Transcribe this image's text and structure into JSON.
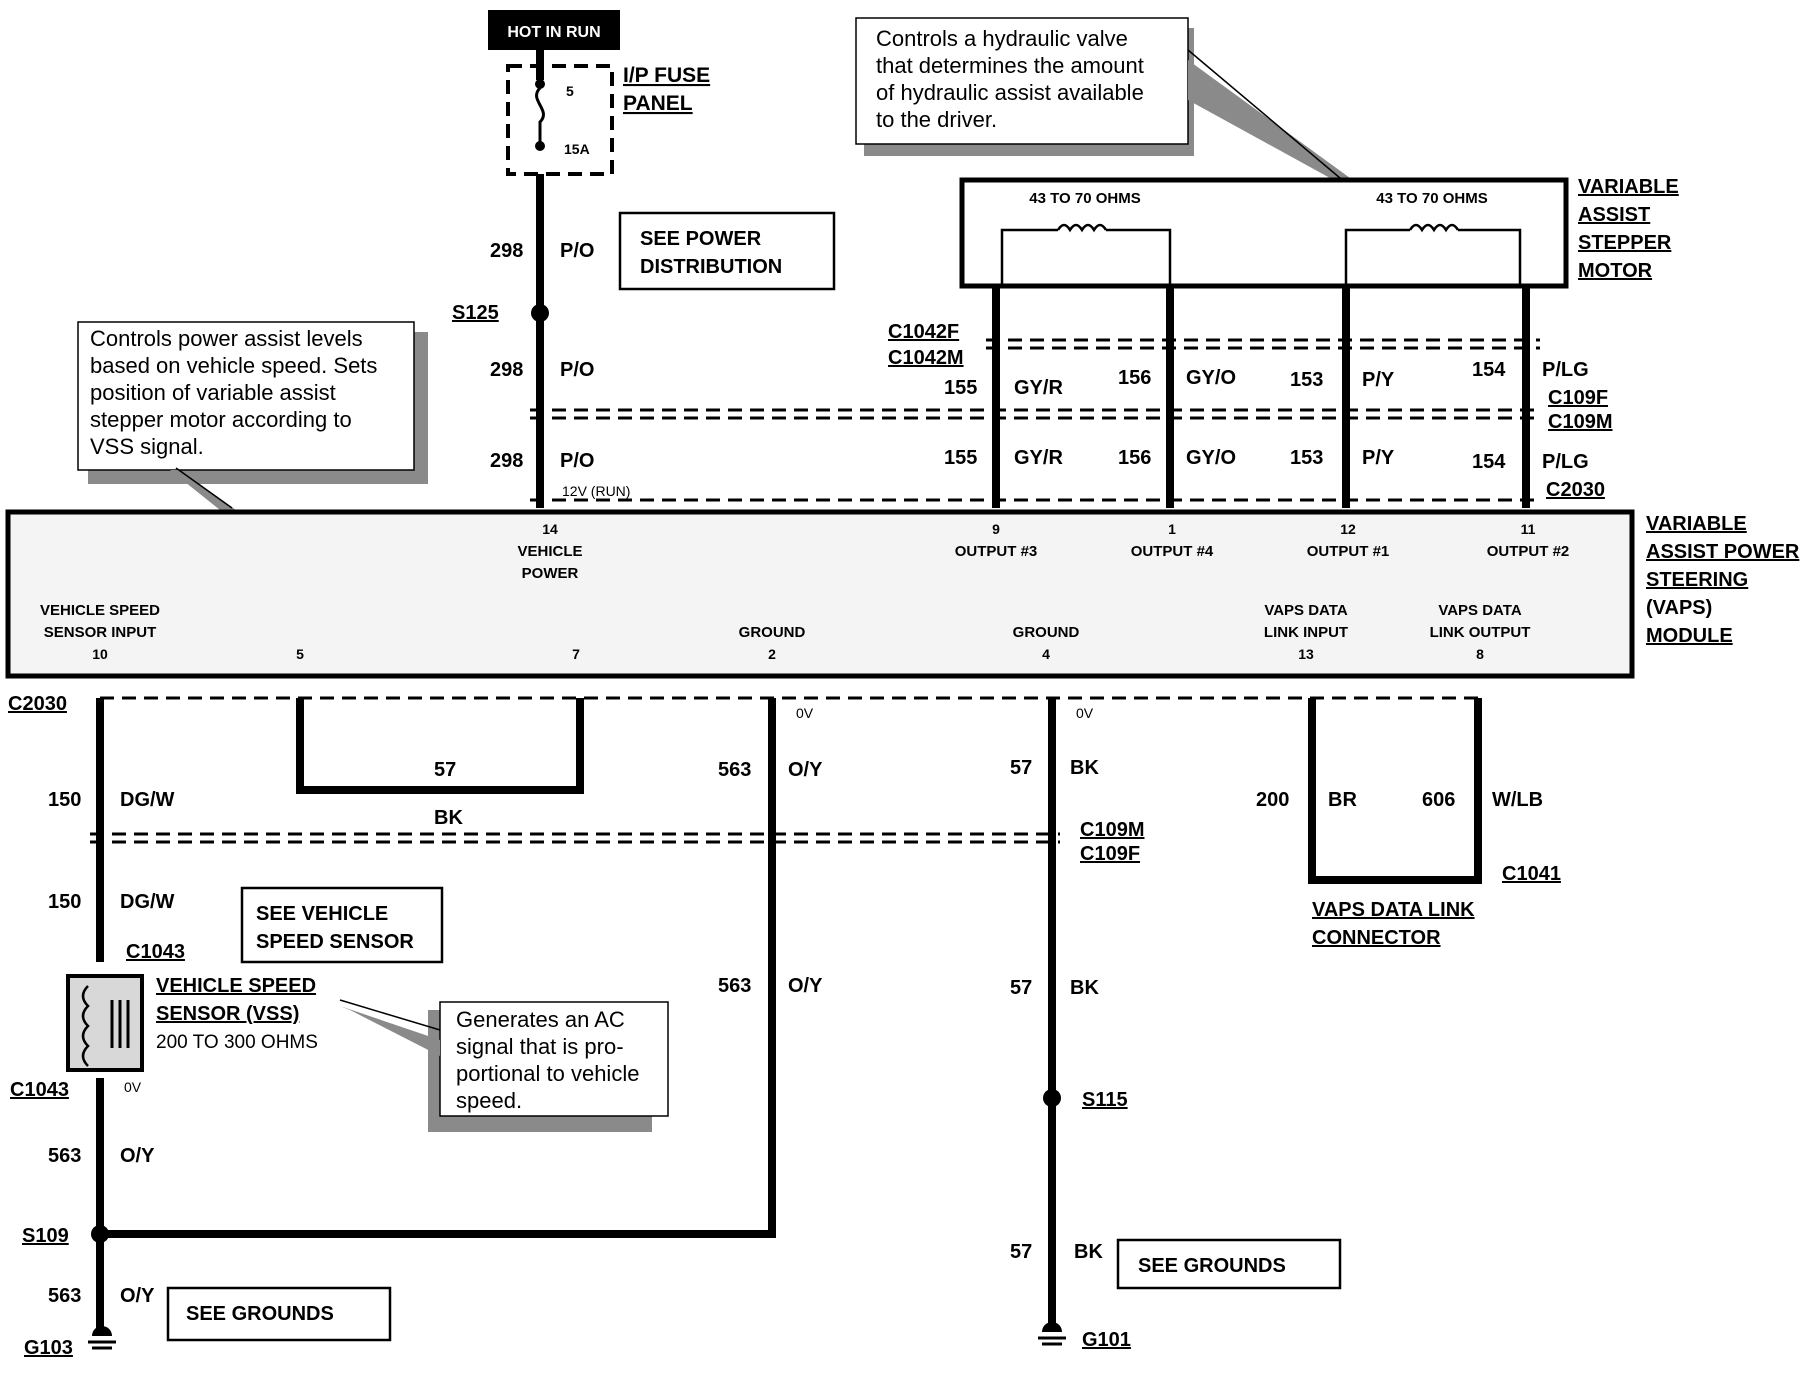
{
  "header": {
    "hot_in_run": "HOT IN RUN"
  },
  "fuse": {
    "panel_line1": "I/P FUSE",
    "panel_line2": "PANEL",
    "number": "5",
    "rating": "15A"
  },
  "refs": {
    "power_distribution_1": "SEE POWER",
    "power_distribution_2": "DISTRIBUTION",
    "vss_1": "SEE VEHICLE",
    "vss_2": "SPEED SENSOR",
    "grounds": "SEE GROUNDS"
  },
  "notes": {
    "hydraulic": [
      "Controls a hydraulic valve",
      "that determines the amount",
      "of hydraulic assist available",
      "to the driver."
    ],
    "module": [
      "Controls power assist levels",
      "based on vehicle speed. Sets",
      "position of variable assist",
      "stepper motor according to",
      "VSS signal."
    ],
    "vss": [
      "Generates an AC",
      "signal that is pro-",
      "portional to vehicle",
      "speed."
    ]
  },
  "stepper": {
    "label": [
      "VARIABLE",
      "ASSIST",
      "STEPPER",
      "MOTOR"
    ],
    "coil_left": "43 TO 70 OHMS",
    "coil_right": "43 TO 70 OHMS"
  },
  "module": {
    "label": [
      "VARIABLE",
      "ASSIST POWER",
      "STEERING",
      "(VAPS)",
      "MODULE"
    ],
    "pins_top": [
      {
        "pin": "14",
        "name1": "VEHICLE",
        "name2": "POWER"
      },
      {
        "pin": "9",
        "name1": "OUTPUT #3",
        "name2": ""
      },
      {
        "pin": "1",
        "name1": "OUTPUT #4",
        "name2": ""
      },
      {
        "pin": "12",
        "name1": "OUTPUT #1",
        "name2": ""
      },
      {
        "pin": "11",
        "name1": "OUTPUT #2",
        "name2": ""
      }
    ],
    "pins_bottom": [
      {
        "pin": "10",
        "name1": "VEHICLE SPEED",
        "name2": "SENSOR INPUT"
      },
      {
        "pin": "5",
        "name1": "",
        "name2": ""
      },
      {
        "pin": "7",
        "name1": "",
        "name2": ""
      },
      {
        "pin": "2",
        "name1": "GROUND",
        "name2": ""
      },
      {
        "pin": "4",
        "name1": "GROUND",
        "name2": ""
      },
      {
        "pin": "13",
        "name1": "VAPS DATA",
        "name2": "LINK INPUT"
      },
      {
        "pin": "8",
        "name1": "VAPS DATA",
        "name2": "LINK OUTPUT"
      }
    ]
  },
  "connectors": {
    "c1042f": "C1042F",
    "c1042m": "C1042M",
    "c109f": "C109F",
    "c109m": "C109M",
    "c2030": "C2030",
    "c1043": "C1043",
    "c1041": "C1041",
    "s125": "S125",
    "s109": "S109",
    "s115": "S115",
    "g103": "G103",
    "g101": "G101"
  },
  "wires": {
    "w298": {
      "num": "298",
      "color": "P/O"
    },
    "w155": {
      "num": "155",
      "color": "GY/R"
    },
    "w156": {
      "num": "156",
      "color": "GY/O"
    },
    "w153": {
      "num": "153",
      "color": "P/Y"
    },
    "w154": {
      "num": "154",
      "color": "P/LG"
    },
    "w150": {
      "num": "150",
      "color": "DG/W"
    },
    "w57": {
      "num": "57",
      "color": "BK"
    },
    "w563": {
      "num": "563",
      "color": "O/Y"
    },
    "w200": {
      "num": "200",
      "color": "BR"
    },
    "w606": {
      "num": "606",
      "color": "W/LB"
    }
  },
  "misc": {
    "v12": "12V (RUN)",
    "zero_v": "0V"
  },
  "vss": {
    "label1": "VEHICLE SPEED",
    "label2": "SENSOR (VSS)",
    "ohms": "200 TO 300 OHMS"
  },
  "vaps_link": {
    "label1": "VAPS DATA LINK",
    "label2": "CONNECTOR"
  }
}
